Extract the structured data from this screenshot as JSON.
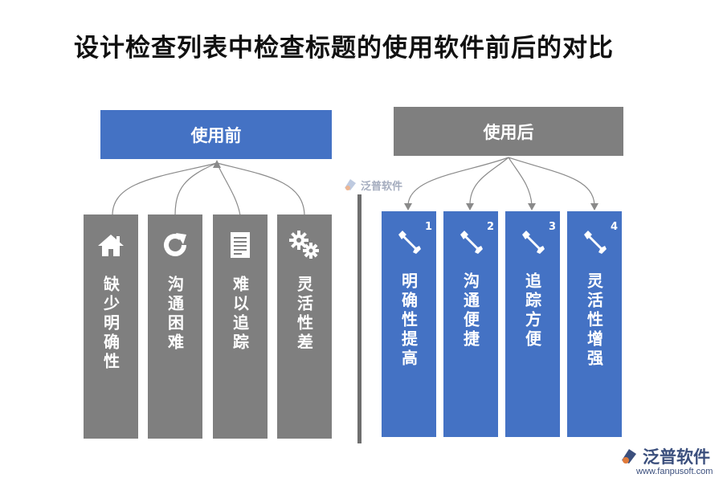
{
  "title": "设计检查列表中检查标题的使用软件前后的对比",
  "before": {
    "header": "使用前",
    "items": [
      {
        "label": "缺少明确性",
        "icon": "home-icon"
      },
      {
        "label": "沟通困难",
        "icon": "refresh-icon"
      },
      {
        "label": "难以追踪",
        "icon": "document-icon"
      },
      {
        "label": "灵活性差",
        "icon": "gears-icon"
      }
    ],
    "color": "#7f7f7f",
    "header_color": "#4472c4"
  },
  "after": {
    "header": "使用后",
    "items": [
      {
        "num": "1",
        "label": "明确性提高",
        "icon": "wrench-icon"
      },
      {
        "num": "2",
        "label": "沟通便捷",
        "icon": "wrench-icon"
      },
      {
        "num": "3",
        "label": "追踪方便",
        "icon": "wrench-icon"
      },
      {
        "num": "4",
        "label": "灵活性增强",
        "icon": "wrench-icon"
      }
    ],
    "color": "#4472c4",
    "header_color": "#7f7f7f"
  },
  "watermark": {
    "brand": "泛普软件",
    "url": "www.fanpusoft.com"
  }
}
